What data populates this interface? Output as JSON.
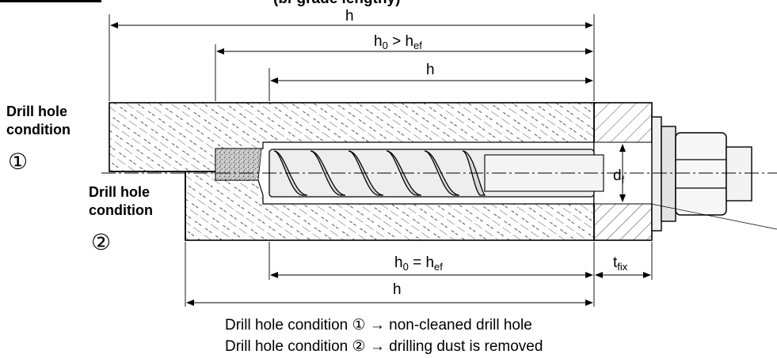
{
  "header": {
    "text": "(bi-grade lengthy)"
  },
  "conditions": {
    "one": {
      "label_line1": "Drill hole",
      "label_line2": "condition",
      "number": "①"
    },
    "two": {
      "label_line1": "Drill hole",
      "label_line2": "condition",
      "number": "②"
    }
  },
  "dimensions": {
    "h_top": "h",
    "h0_top": {
      "main": "h",
      "sub": "0",
      "rel": " > h",
      "sub2": "ef"
    },
    "h_upper_inner": "h",
    "h0_bottom": {
      "main": "h",
      "sub": "0",
      "rel": " = h",
      "sub2": "ef"
    },
    "h_bottom": "h",
    "t_fix": {
      "main": "t",
      "sub": "fix"
    },
    "d_f": {
      "main": "d",
      "sub": "f"
    }
  },
  "legend": {
    "line1": {
      "prefix": "Drill hole condition ",
      "num": "①",
      "arrow": " → ",
      "text": "non-cleaned drill hole"
    },
    "line2": {
      "prefix": "Drill hole condition ",
      "num": "②",
      "arrow": " → ",
      "text": "drilling dust is removed"
    }
  },
  "colors": {
    "ink": "#000000",
    "hatch": "#333333",
    "steel": "#e6e6e6"
  }
}
